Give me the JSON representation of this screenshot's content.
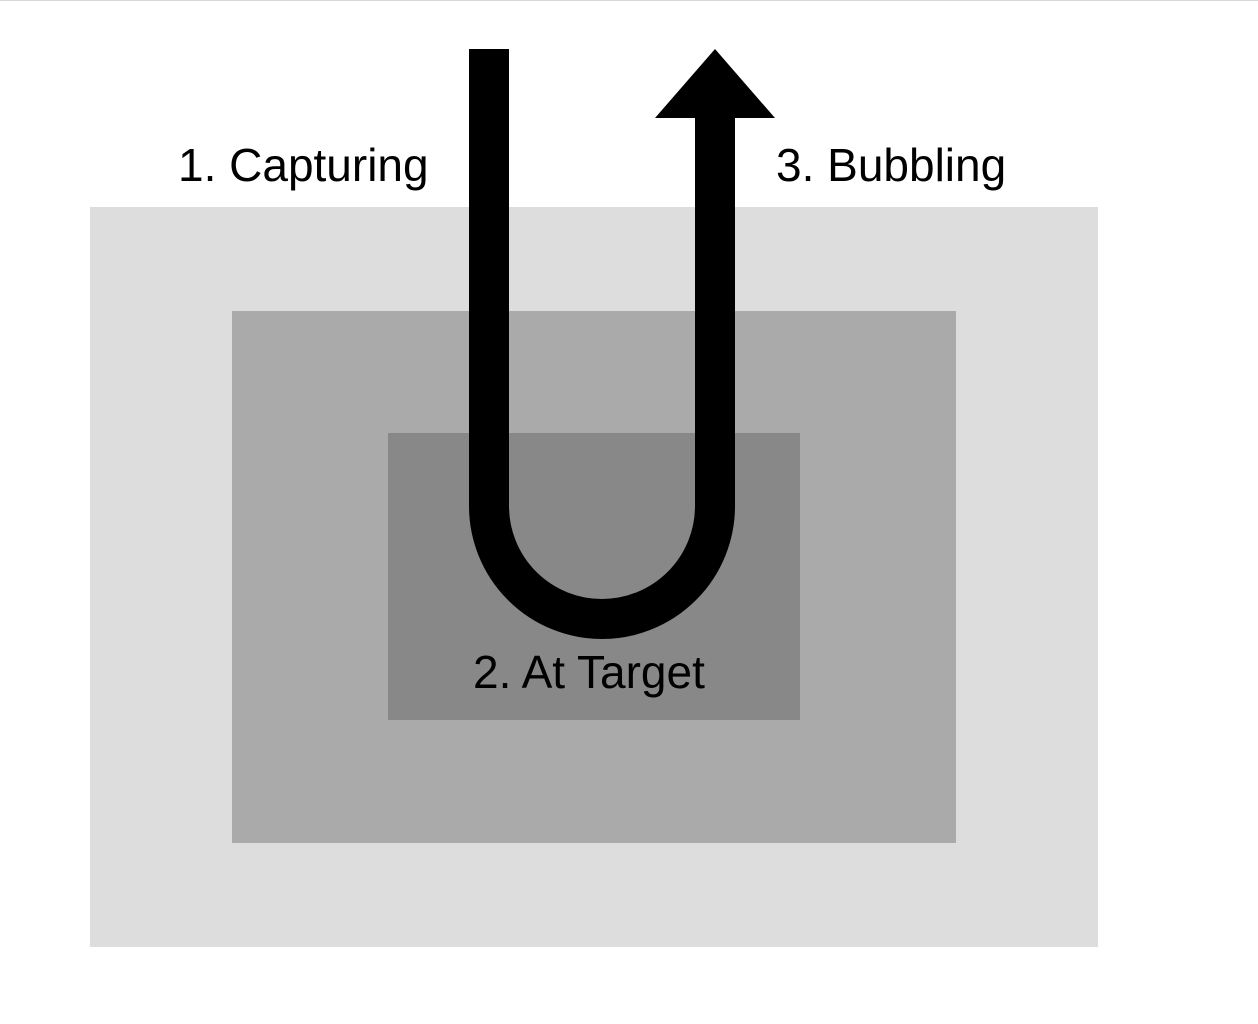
{
  "labels": {
    "capturing": "1. Capturing",
    "at_target": "2. At Target",
    "bubbling": "3. Bubbling"
  },
  "colors": {
    "outer_box": "#dddddd",
    "middle_box": "#aaaaaa",
    "inner_box": "#888888",
    "arrow": "#000000"
  }
}
